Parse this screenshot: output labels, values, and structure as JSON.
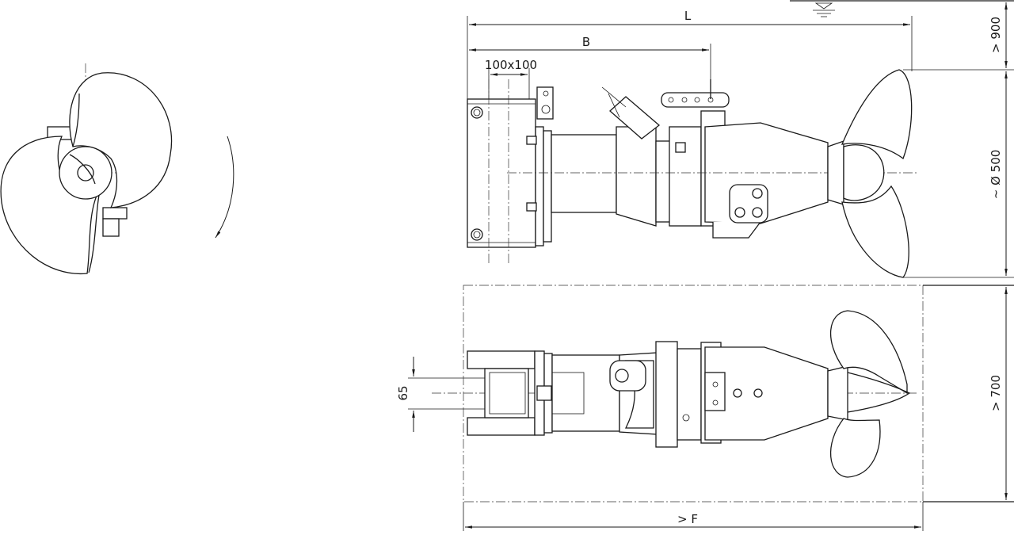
{
  "dimensions": {
    "length": "L",
    "bracket_offset": "B",
    "mast_size": "100x100",
    "min_submergence": "> 900",
    "propeller_diameter": "~ Ø 500",
    "min_side_clearance": "> 700",
    "mast_offset": "65",
    "min_free_length": "> F"
  }
}
